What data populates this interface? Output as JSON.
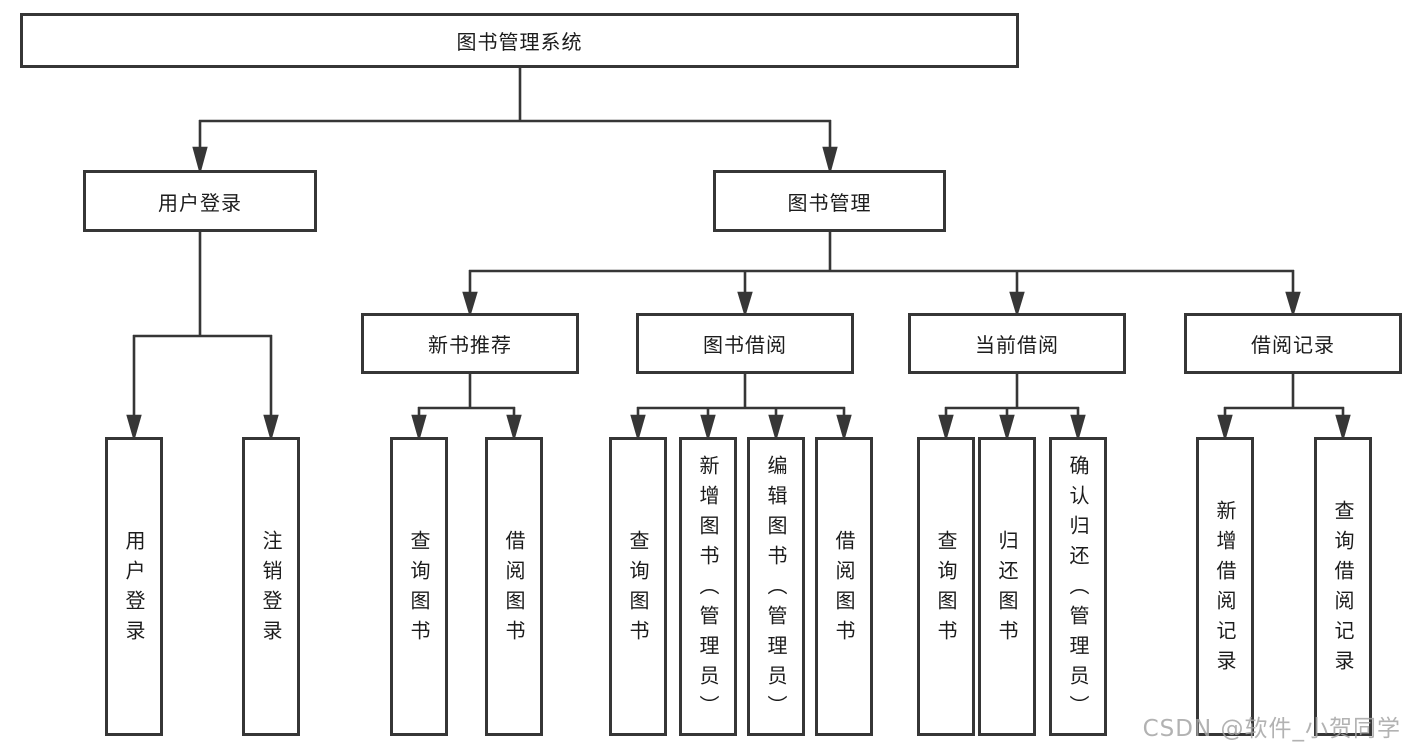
{
  "diagram": {
    "type": "hierarchy-tree",
    "root": {
      "label": "图书管理系统",
      "children": [
        {
          "label": "用户登录",
          "children": [
            {
              "label": "用户登录"
            },
            {
              "label": "注销登录"
            }
          ]
        },
        {
          "label": "图书管理",
          "children": [
            {
              "label": "新书推荐",
              "children": [
                {
                  "label": "查询图书"
                },
                {
                  "label": "借阅图书"
                }
              ]
            },
            {
              "label": "图书借阅",
              "children": [
                {
                  "label": "查询图书"
                },
                {
                  "label": "新增图书（管理员）"
                },
                {
                  "label": "编辑图书（管理员）"
                },
                {
                  "label": "借阅图书"
                }
              ]
            },
            {
              "label": "当前借阅",
              "children": [
                {
                  "label": "查询图书"
                },
                {
                  "label": "归还图书"
                },
                {
                  "label": "确认归还（管理员）"
                }
              ]
            },
            {
              "label": "借阅记录",
              "children": [
                {
                  "label": "新增借阅记录"
                },
                {
                  "label": "查询借阅记录"
                }
              ]
            }
          ]
        }
      ]
    }
  },
  "watermark": {
    "text": "CSDN @软件_小贺同学"
  },
  "colors": {
    "line": "#363636",
    "box_border": "#363636",
    "text": "#1c1c1c",
    "background": "#ffffff",
    "watermark": "#a5a5a5"
  }
}
